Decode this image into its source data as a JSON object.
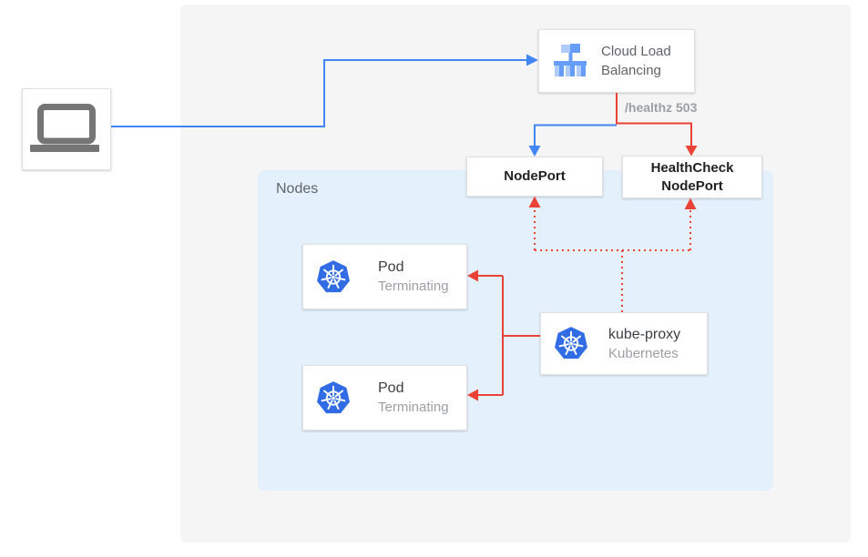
{
  "palette": {
    "flow_blue": "#4285f4",
    "flow_red": "#ea4335",
    "kubernetes_blue": "#326ce5",
    "clb_icon_light": "#aecbfa",
    "clb_icon_medium": "#669df6",
    "laptop_gray": "#757575",
    "nodes_panel_bg": "#e4f1fc",
    "outer_panel_bg": "#f5f5f5",
    "card_border": "#e0e0e0",
    "title_text": "#3c4043",
    "muted_text": "#5f6368",
    "light_text": "#9aa0a6",
    "port_text": "#202124"
  },
  "client": {
    "icon": "laptop-icon"
  },
  "cloud_load_balancing": {
    "icon": "cloud-load-balancing-icon",
    "line1": "Cloud Load",
    "line2": "Balancing"
  },
  "health_check_label": "/healthz 503",
  "nodes_panel": {
    "label": "Nodes"
  },
  "node_port": {
    "label": "NodePort"
  },
  "health_check_node_port": {
    "line1": "HealthCheck",
    "line2": "NodePort"
  },
  "pods": [
    {
      "icon": "kubernetes-icon",
      "title": "Pod",
      "status": "Terminating"
    },
    {
      "icon": "kubernetes-icon",
      "title": "Pod",
      "status": "Terminating"
    }
  ],
  "kube_proxy": {
    "icon": "kubernetes-icon",
    "title": "kube-proxy",
    "subtitle": "Kubernetes"
  }
}
